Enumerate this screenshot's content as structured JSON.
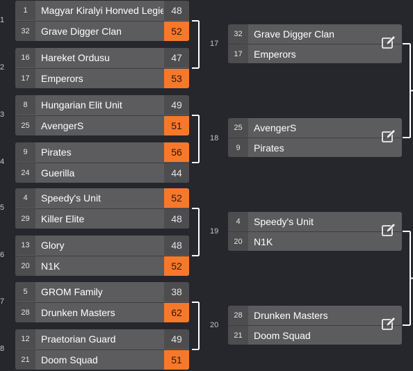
{
  "colors": {
    "background": "#26272c",
    "match_box": "#5c5c5e",
    "seed_cell": "#4d4d4f",
    "winner_score": "#f7782a",
    "connector": "#ffffff"
  },
  "round1": [
    {
      "number": "1",
      "teams": [
        {
          "seed": "1",
          "name": "Magyar Kiralyi Honved Legie",
          "score": "48",
          "winner": false
        },
        {
          "seed": "32",
          "name": "Grave Digger Clan",
          "score": "52",
          "winner": true
        }
      ]
    },
    {
      "number": "2",
      "teams": [
        {
          "seed": "16",
          "name": "Hareket Ordusu",
          "score": "47",
          "winner": false
        },
        {
          "seed": "17",
          "name": "Emperors",
          "score": "53",
          "winner": true
        }
      ]
    },
    {
      "number": "3",
      "teams": [
        {
          "seed": "8",
          "name": "Hungarian Elit Unit",
          "score": "49",
          "winner": false
        },
        {
          "seed": "25",
          "name": "AvengerS",
          "score": "51",
          "winner": true
        }
      ]
    },
    {
      "number": "4",
      "teams": [
        {
          "seed": "9",
          "name": "Pirates",
          "score": "56",
          "winner": true
        },
        {
          "seed": "24",
          "name": "Guerilla",
          "score": "44",
          "winner": false
        }
      ]
    },
    {
      "number": "5",
      "teams": [
        {
          "seed": "4",
          "name": "Speedy's Unit",
          "score": "52",
          "winner": true
        },
        {
          "seed": "29",
          "name": "Killer Elite",
          "score": "48",
          "winner": false
        }
      ]
    },
    {
      "number": "6",
      "teams": [
        {
          "seed": "13",
          "name": "Glory",
          "score": "48",
          "winner": false
        },
        {
          "seed": "20",
          "name": "N1K",
          "score": "52",
          "winner": true
        }
      ]
    },
    {
      "number": "7",
      "teams": [
        {
          "seed": "5",
          "name": "GROM Family",
          "score": "38",
          "winner": false
        },
        {
          "seed": "28",
          "name": "Drunken Masters",
          "score": "62",
          "winner": true
        }
      ]
    },
    {
      "number": "8",
      "teams": [
        {
          "seed": "12",
          "name": "Praetorian Guard",
          "score": "49",
          "winner": false
        },
        {
          "seed": "21",
          "name": "Doom Squad",
          "score": "51",
          "winner": true
        }
      ]
    }
  ],
  "round2": [
    {
      "number": "17",
      "edit_icon": "edit-icon",
      "teams": [
        {
          "seed": "32",
          "name": "Grave Digger Clan"
        },
        {
          "seed": "17",
          "name": "Emperors"
        }
      ]
    },
    {
      "number": "18",
      "edit_icon": "edit-icon",
      "teams": [
        {
          "seed": "25",
          "name": "AvengerS"
        },
        {
          "seed": "9",
          "name": "Pirates"
        }
      ]
    },
    {
      "number": "19",
      "edit_icon": "edit-icon",
      "teams": [
        {
          "seed": "4",
          "name": "Speedy's Unit"
        },
        {
          "seed": "20",
          "name": "N1K"
        }
      ]
    },
    {
      "number": "20",
      "edit_icon": "edit-icon",
      "teams": [
        {
          "seed": "28",
          "name": "Drunken Masters"
        },
        {
          "seed": "21",
          "name": "Doom Squad"
        }
      ]
    }
  ]
}
